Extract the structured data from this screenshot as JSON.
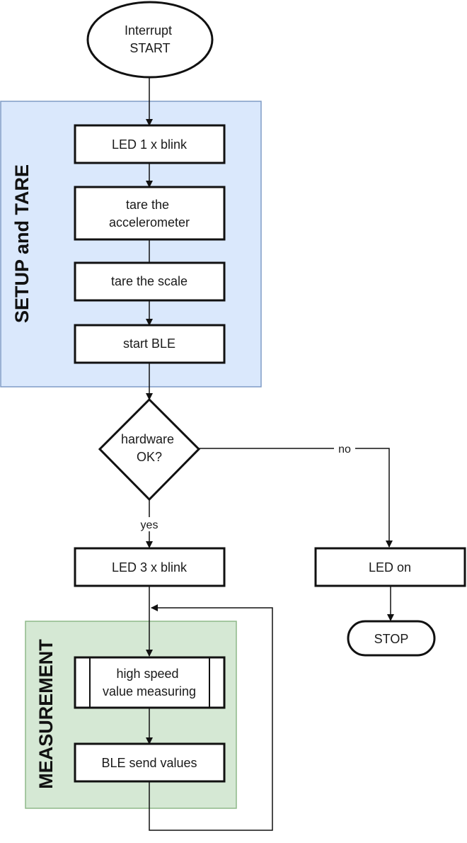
{
  "colors": {
    "setup_fill": "#dae8fc",
    "setup_stroke": "#7f9cc6",
    "measurement_fill": "#d5e8d4",
    "measurement_stroke": "#8fb98a",
    "line": "#111111"
  },
  "groups": {
    "setup": "SETUP and TARE",
    "measurement": "MEASUREMENT"
  },
  "nodes": {
    "start": [
      "Interrupt",
      "START"
    ],
    "led1": [
      "LED 1 x blink"
    ],
    "tare_acc": [
      "tare the",
      "accelerometer"
    ],
    "tare_scale": [
      "tare the scale"
    ],
    "start_ble": [
      "start BLE"
    ],
    "hw_ok": [
      "hardware",
      "OK?"
    ],
    "led3": [
      "LED 3 x blink"
    ],
    "led_on": [
      "LED on"
    ],
    "stop": [
      "STOP"
    ],
    "measure": [
      "high speed",
      "value measuring"
    ],
    "send": [
      "BLE send values"
    ]
  },
  "edges": {
    "no": "no",
    "yes": "yes"
  }
}
